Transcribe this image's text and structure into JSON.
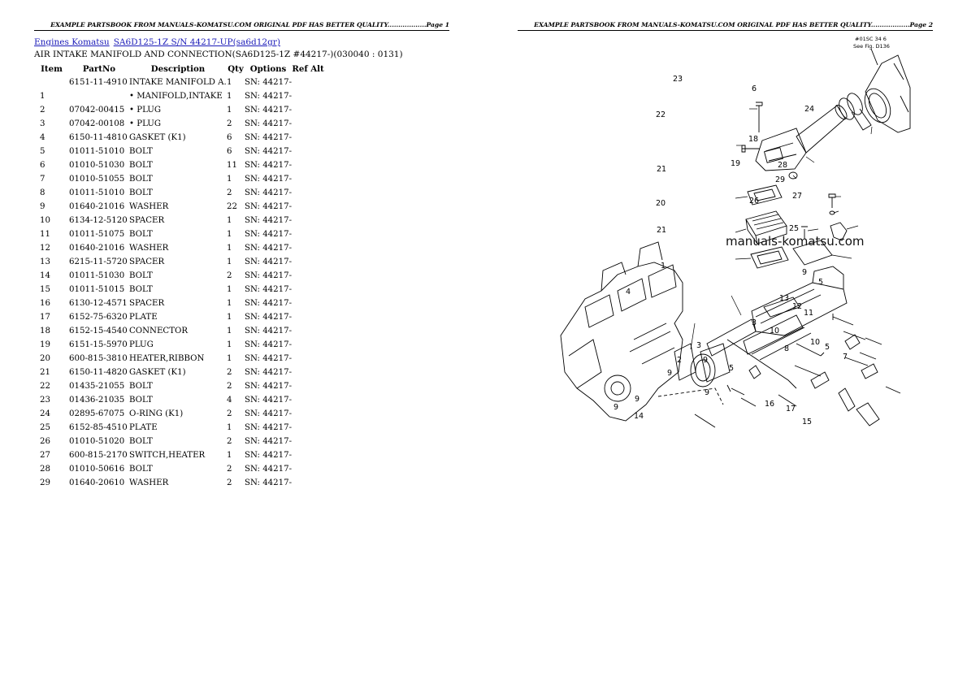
{
  "pages": [
    {
      "header": "EXAMPLE PARTSBOOK FROM MANUALS-KOMATSU.COM ORIGINAL PDF HAS BETTER QUALITY..................Page 1"
    },
    {
      "header": "EXAMPLE PARTSBOOK FROM MANUALS-KOMATSU.COM ORIGINAL PDF HAS BETTER QUALITY..................Page 2"
    }
  ],
  "breadcrumb": {
    "link1": "Engines Komatsu",
    "link2": "SA6D125-1Z S/N 44217-UP(sa6d12gr)"
  },
  "subtitle": "AIR INTAKE MANIFOLD AND CONNECTION(SA6D125-1Z #44217-)(030040 : 0131)",
  "table": {
    "headers": {
      "item": "Item",
      "partno": "PartNo",
      "description": "Description",
      "qty": "Qty",
      "options": "Options",
      "refalt": "Ref Alt"
    },
    "rows": [
      {
        "item": "",
        "partno": "6151-11-4910",
        "description": "INTAKE MANIFOLD A.",
        "qty": "1",
        "options": "SN: 44217-"
      },
      {
        "item": "1",
        "partno": "",
        "description": "• MANIFOLD,INTAKE",
        "qty": "1",
        "options": "SN: 44217-"
      },
      {
        "item": "2",
        "partno": "07042-00415",
        "description": "• PLUG",
        "qty": "1",
        "options": "SN: 44217-"
      },
      {
        "item": "3",
        "partno": "07042-00108",
        "description": "• PLUG",
        "qty": "2",
        "options": "SN: 44217-"
      },
      {
        "item": "4",
        "partno": "6150-11-4810",
        "description": "GASKET (K1)",
        "qty": "6",
        "options": "SN: 44217-"
      },
      {
        "item": "5",
        "partno": "01011-51010",
        "description": "BOLT",
        "qty": "6",
        "options": "SN: 44217-"
      },
      {
        "item": "6",
        "partno": "01010-51030",
        "description": "BOLT",
        "qty": "11",
        "options": "SN: 44217-"
      },
      {
        "item": "7",
        "partno": "01010-51055",
        "description": "BOLT",
        "qty": "1",
        "options": "SN: 44217-"
      },
      {
        "item": "8",
        "partno": "01011-51010",
        "description": "BOLT",
        "qty": "2",
        "options": "SN: 44217-"
      },
      {
        "item": "9",
        "partno": "01640-21016",
        "description": "WASHER",
        "qty": "22",
        "options": "SN: 44217-"
      },
      {
        "item": "10",
        "partno": "6134-12-5120",
        "description": "SPACER",
        "qty": "1",
        "options": "SN: 44217-"
      },
      {
        "item": "11",
        "partno": "01011-51075",
        "description": "BOLT",
        "qty": "1",
        "options": "SN: 44217-"
      },
      {
        "item": "12",
        "partno": "01640-21016",
        "description": "WASHER",
        "qty": "1",
        "options": "SN: 44217-"
      },
      {
        "item": "13",
        "partno": "6215-11-5720",
        "description": "SPACER",
        "qty": "1",
        "options": "SN: 44217-"
      },
      {
        "item": "14",
        "partno": "01011-51030",
        "description": "BOLT",
        "qty": "2",
        "options": "SN: 44217-"
      },
      {
        "item": "15",
        "partno": "01011-51015",
        "description": "BOLT",
        "qty": "1",
        "options": "SN: 44217-"
      },
      {
        "item": "16",
        "partno": "6130-12-4571",
        "description": "SPACER",
        "qty": "1",
        "options": "SN: 44217-"
      },
      {
        "item": "17",
        "partno": "6152-75-6320",
        "description": "PLATE",
        "qty": "1",
        "options": "SN: 44217-"
      },
      {
        "item": "18",
        "partno": "6152-15-4540",
        "description": "CONNECTOR",
        "qty": "1",
        "options": "SN: 44217-"
      },
      {
        "item": "19",
        "partno": "6151-15-5970",
        "description": "PLUG",
        "qty": "1",
        "options": "SN: 44217-"
      },
      {
        "item": "20",
        "partno": "600-815-3810",
        "description": "HEATER,RIBBON",
        "qty": "1",
        "options": "SN: 44217-"
      },
      {
        "item": "21",
        "partno": "6150-11-4820",
        "description": "GASKET (K1)",
        "qty": "2",
        "options": "SN: 44217-"
      },
      {
        "item": "22",
        "partno": "01435-21055",
        "description": "BOLT",
        "qty": "2",
        "options": "SN: 44217-"
      },
      {
        "item": "23",
        "partno": "01436-21035",
        "description": "BOLT",
        "qty": "4",
        "options": "SN: 44217-"
      },
      {
        "item": "24",
        "partno": "02895-67075",
        "description": "O-RING (K1)",
        "qty": "2",
        "options": "SN: 44217-"
      },
      {
        "item": "25",
        "partno": "6152-85-4510",
        "description": "PLATE",
        "qty": "1",
        "options": "SN: 44217-"
      },
      {
        "item": "26",
        "partno": "01010-51020",
        "description": "BOLT",
        "qty": "2",
        "options": "SN: 44217-"
      },
      {
        "item": "27",
        "partno": "600-815-2170",
        "description": "SWITCH,HEATER",
        "qty": "1",
        "options": "SN: 44217-"
      },
      {
        "item": "28",
        "partno": "01010-50616",
        "description": "BOLT",
        "qty": "2",
        "options": "SN: 44217-"
      },
      {
        "item": "29",
        "partno": "01640-20610",
        "description": "WASHER",
        "qty": "2",
        "options": "SN: 44217-"
      }
    ]
  },
  "diagram": {
    "watermark": "manuals-komatsu.com",
    "note_line1": "#01SC 34 6",
    "note_line2": "See Fig. D136",
    "callouts": [
      "1",
      "2",
      "3",
      "4",
      "5",
      "6",
      "7",
      "8",
      "9",
      "10",
      "11",
      "12",
      "13",
      "14",
      "15",
      "16",
      "17",
      "18",
      "19",
      "20",
      "21",
      "22",
      "23",
      "24",
      "25",
      "26",
      "27",
      "28",
      "29"
    ]
  }
}
